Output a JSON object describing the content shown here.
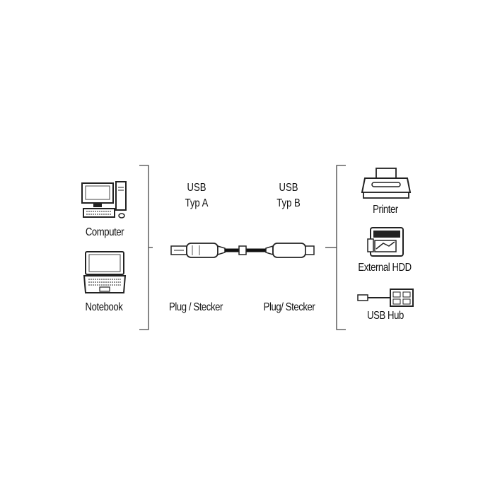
{
  "left": {
    "computer_label": "Computer",
    "notebook_label": "Notebook"
  },
  "center": {
    "plug_a": {
      "line1": "USB",
      "line2": "Typ A",
      "caption": "Plug / Stecker"
    },
    "plug_b": {
      "line1": "USB",
      "line2": "Typ B",
      "caption": "Plug/ Stecker"
    }
  },
  "right": {
    "printer_label": "Printer",
    "hdd_label": "External HDD",
    "hub_label": "USB Hub"
  }
}
